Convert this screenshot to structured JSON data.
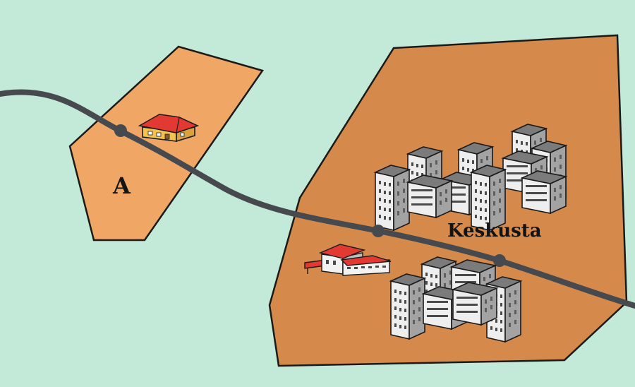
{
  "map": {
    "colors": {
      "water": "#c3ead8",
      "area_a": "#f0a766",
      "area_center": "#d5894a",
      "outline": "#1a1a1a",
      "rail": "#464a4e",
      "roof_red": "#e23a32",
      "house_wall": "#f3c34f",
      "building_light": "#e4e4e4",
      "building_dark": "#9c9c9c"
    },
    "areas": [
      {
        "id": "area-a",
        "label": "A"
      },
      {
        "id": "area-center",
        "label": "Keskusta"
      }
    ],
    "rail_line": {
      "stops": [
        "stop-a",
        "stop-center-1",
        "stop-center-2"
      ]
    },
    "icons": [
      "house-icon",
      "train-station-icon",
      "apartment-buildings-icon"
    ]
  }
}
